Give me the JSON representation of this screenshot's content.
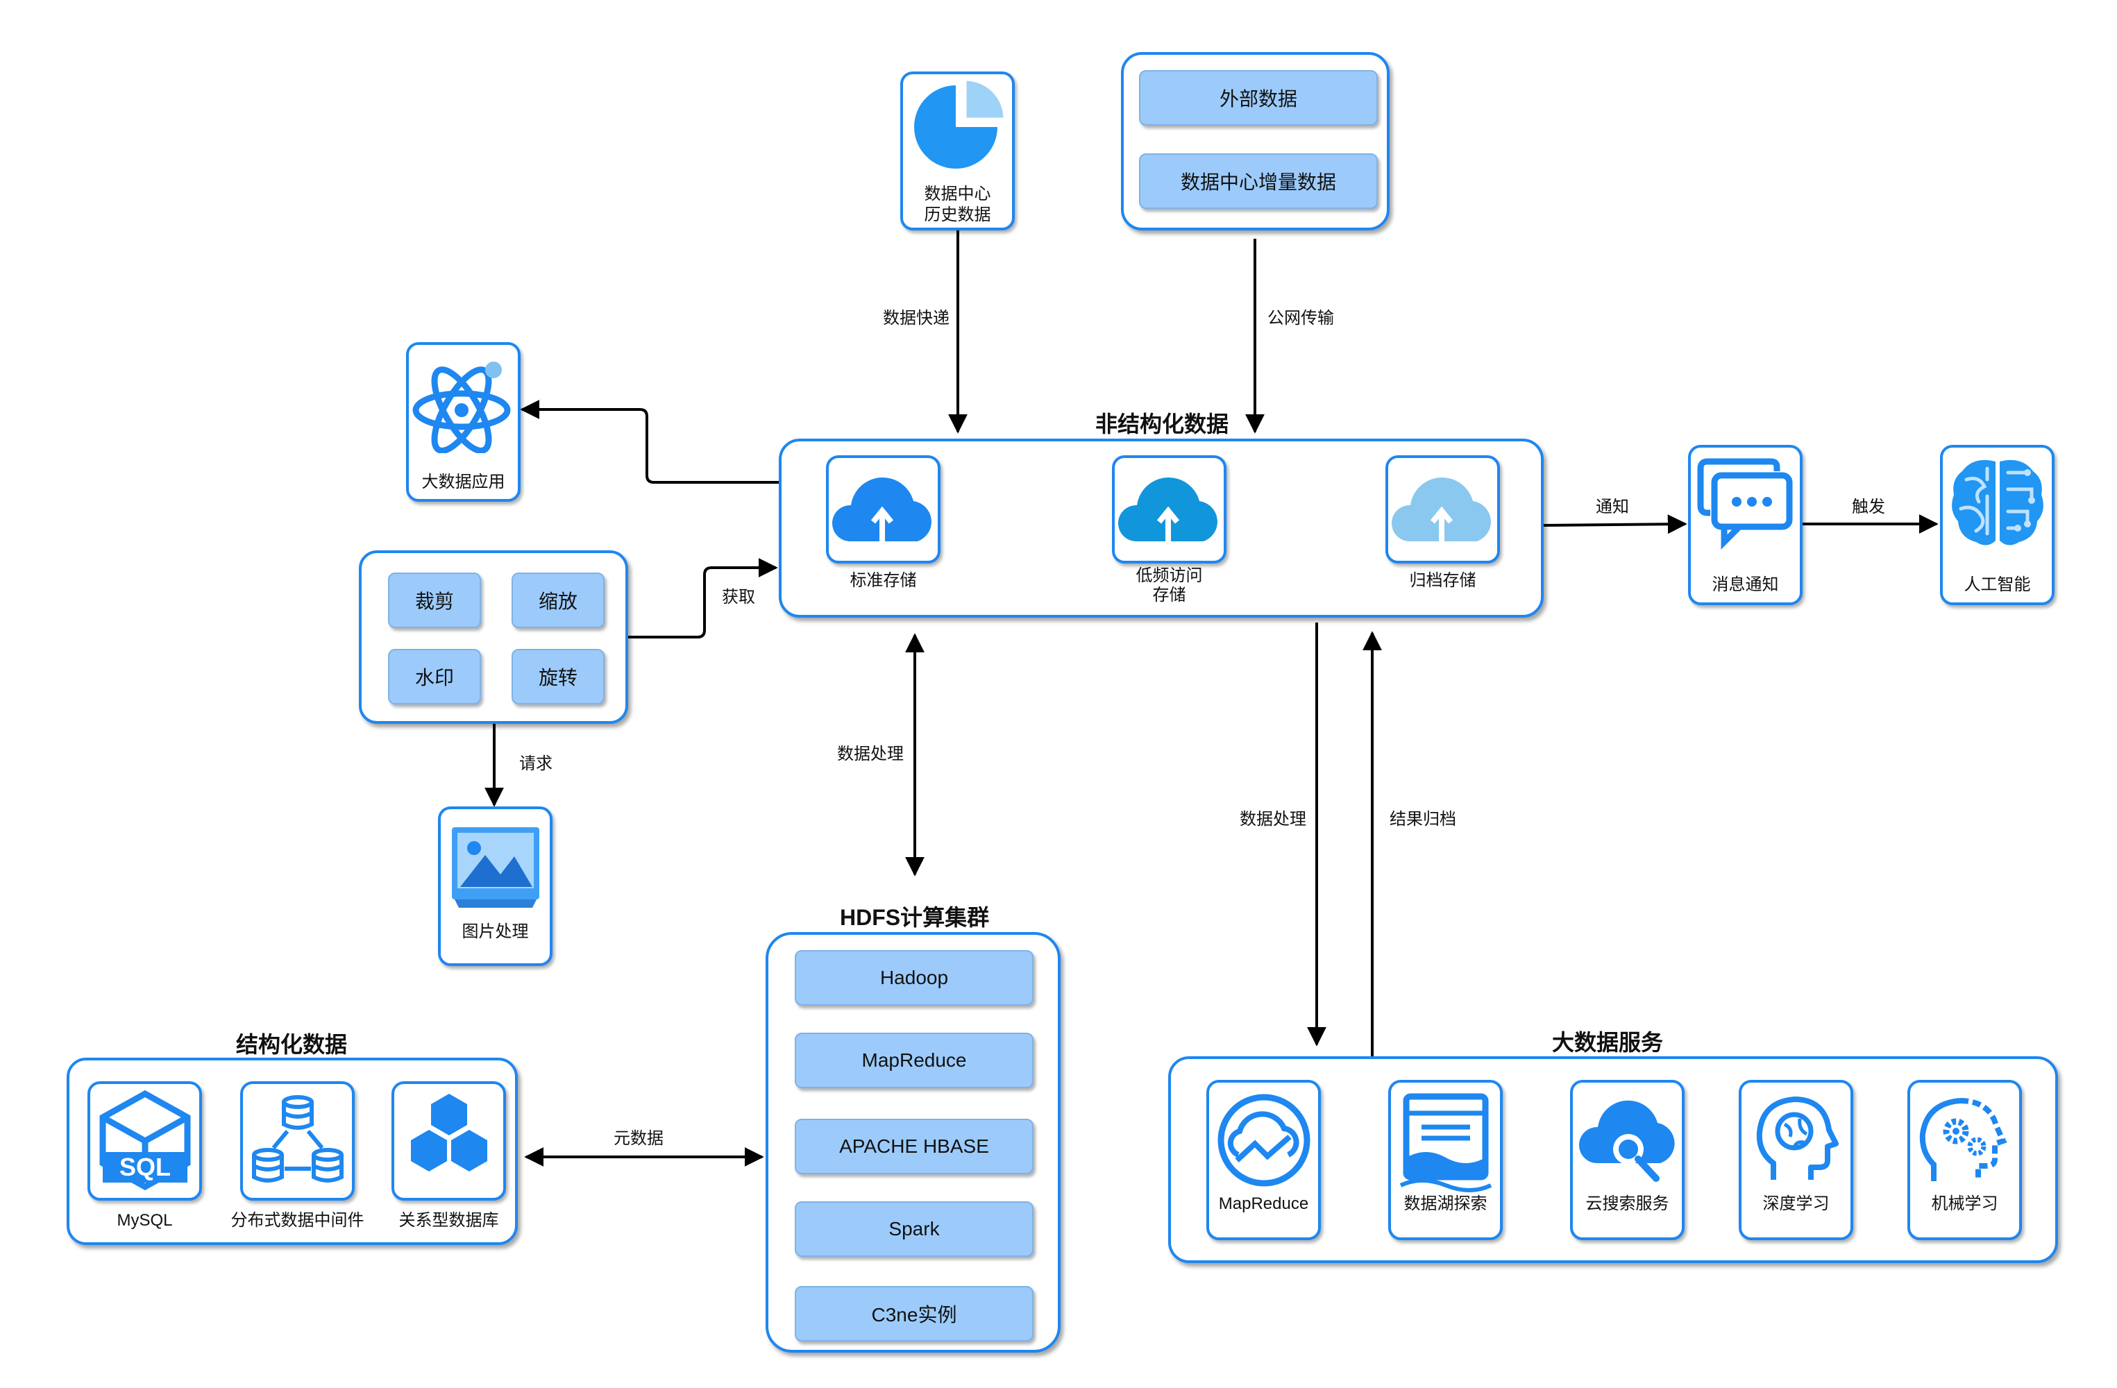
{
  "nodes": {
    "dc_history": "数据中心\n历史数据",
    "external_box": {
      "item1": "外部数据",
      "item2": "数据中心增量数据"
    },
    "big_data_app": "大数据应用",
    "unstructured": {
      "title": "非结构化数据",
      "standard": "标准存储",
      "low_freq": "低频访问\n存储",
      "archive": "归档存储"
    },
    "image_ops": {
      "crop": "裁剪",
      "zoom": "缩放",
      "watermark": "水印",
      "rotate": "旋转"
    },
    "image_processing": "图片处理",
    "message_notify": "消息通知",
    "ai": "人工智能",
    "hdfs": {
      "title": "HDFS计算集群",
      "items": [
        "Hadoop",
        "MapReduce",
        "APACHE HBASE",
        "Spark",
        "C3ne实例"
      ]
    },
    "structured": {
      "title": "结构化数据",
      "items": [
        "MySQL",
        "分布式数据中间件",
        "关系型数据库"
      ]
    },
    "big_data_services": {
      "title": "大数据服务",
      "items": [
        "MapReduce",
        "数据湖探索",
        "云搜索服务",
        "深度学习",
        "机械学习"
      ]
    }
  },
  "edges": {
    "data_express": "数据快递",
    "public_transfer": "公网传输",
    "fetch": "获取",
    "request": "请求",
    "notify": "通知",
    "trigger": "触发",
    "data_processing_hdfs": "数据处理",
    "data_processing_services": "数据处理",
    "result_archive": "结果归档",
    "metadata": "元数据"
  },
  "colors": {
    "accent": "#1e87f0",
    "button_fill": "#9ccbfb",
    "icon_light": "#7fc1f0"
  },
  "icons": [
    "pie-chart-icon",
    "atom-icon",
    "cloud-upload-icon",
    "picture-icon",
    "chat-icon",
    "brain-icon",
    "sql-icon",
    "distributed-db-icon",
    "hexagons-icon",
    "cloud-chart-icon",
    "data-lake-icon",
    "cloud-search-icon",
    "deep-learning-icon",
    "machine-learning-icon"
  ]
}
